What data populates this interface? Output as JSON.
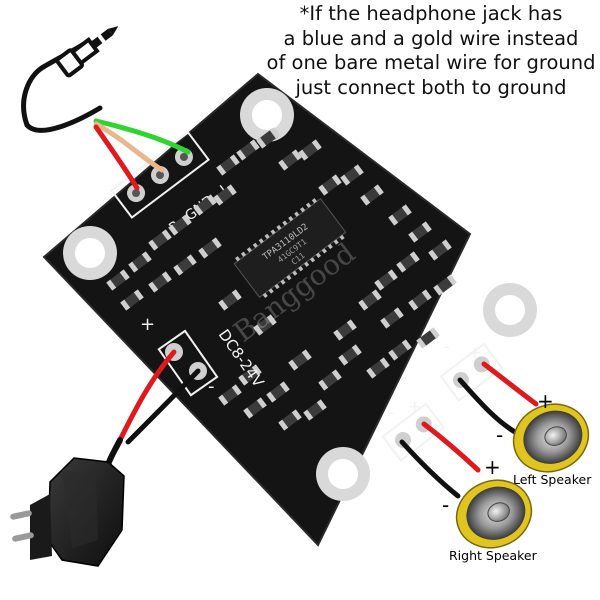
{
  "note": {
    "lines": [
      "*If the headphone jack has",
      "a blue and a gold wire instead",
      "of one bare metal wire for ground",
      "just connect both to ground"
    ]
  },
  "board": {
    "input_labels": {
      "right": "R",
      "ground": "GND",
      "left": "L"
    },
    "chip_text": [
      "TPA3110LD2",
      "41GC9T1",
      "C11"
    ],
    "power_label": "DC8-24V",
    "watermark": "Banggood",
    "plus": "+",
    "minus": "-"
  },
  "speakers": {
    "left": {
      "label": "Left Speaker",
      "plus": "+",
      "minus": "-"
    },
    "right": {
      "label": "Right Speaker",
      "plus": "+",
      "minus": "-"
    }
  },
  "colors": {
    "board": "#141414",
    "silkscreen": "#f2f2f2",
    "wire_red": "#e0191c",
    "wire_green": "#2fd52f",
    "wire_tan": "#e8b78c",
    "wire_black": "#101010",
    "speaker_rim": "#e0c521"
  },
  "icons": [
    "headphone-jack-icon",
    "power-adapter-icon",
    "speaker-icon"
  ]
}
